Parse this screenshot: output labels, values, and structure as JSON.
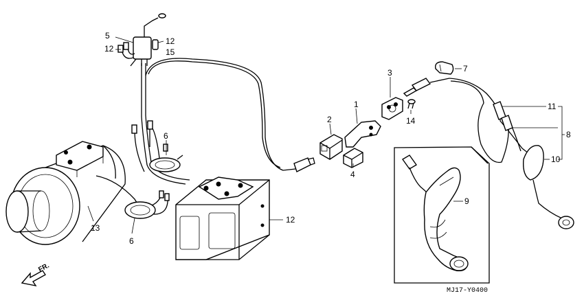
{
  "diagram": {
    "code": "MJ17-Y0400",
    "direction_label": "FR.",
    "callouts": [
      {
        "id": "c5",
        "label": "5"
      },
      {
        "id": "c12a",
        "label": "12"
      },
      {
        "id": "c12b",
        "label": "12"
      },
      {
        "id": "c15",
        "label": "15"
      },
      {
        "id": "c6a",
        "label": "6"
      },
      {
        "id": "c6b",
        "label": "6"
      },
      {
        "id": "c13",
        "label": "13"
      },
      {
        "id": "c12c",
        "label": "12"
      },
      {
        "id": "c2",
        "label": "2"
      },
      {
        "id": "c1",
        "label": "1"
      },
      {
        "id": "c4",
        "label": "4"
      },
      {
        "id": "c3",
        "label": "3"
      },
      {
        "id": "c14",
        "label": "14"
      },
      {
        "id": "c7",
        "label": "7"
      },
      {
        "id": "c11",
        "label": "11"
      },
      {
        "id": "c8",
        "label": "8"
      },
      {
        "id": "c10",
        "label": "10"
      },
      {
        "id": "c9",
        "label": "9"
      }
    ]
  }
}
